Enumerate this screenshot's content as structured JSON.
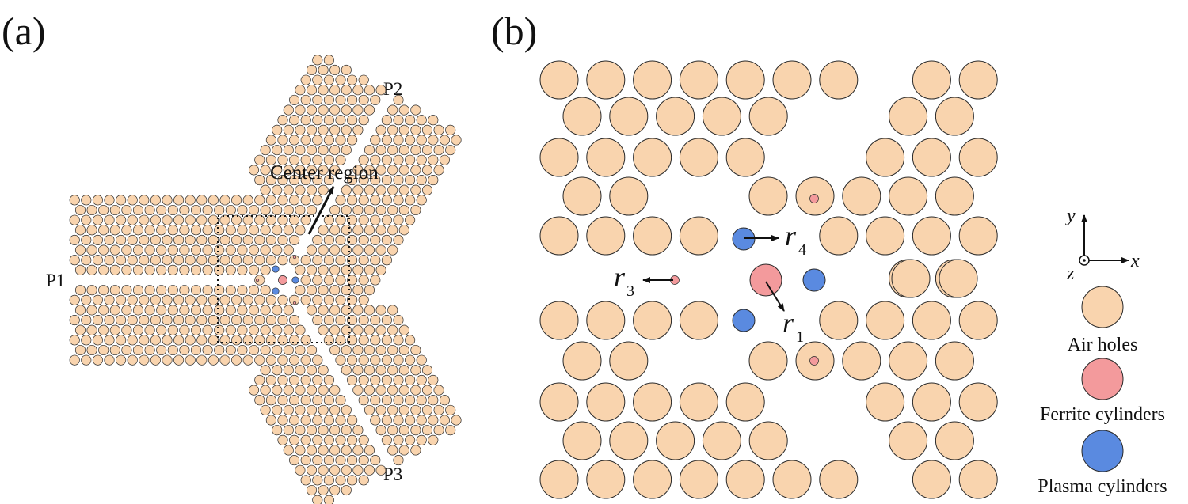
{
  "colors": {
    "air_hole": "#f9d4ae",
    "ferrite": "#f39a9c",
    "plasma": "#5a8ae0",
    "stroke": "#2a2a2a"
  },
  "panel_a": {
    "label": "(a)",
    "ports": {
      "p1": "P1",
      "p2": "P2",
      "p3": "P3"
    },
    "center_region_label": "Center region"
  },
  "panel_b": {
    "label": "(b)",
    "radius_labels": [
      {
        "base": "r",
        "sub": "1"
      },
      {
        "base": "r",
        "sub": "3"
      },
      {
        "base": "r",
        "sub": "4"
      }
    ],
    "axes": {
      "x": "x",
      "y": "y",
      "z": "z"
    },
    "legend": [
      {
        "label": "Air holes",
        "color": "air_hole"
      },
      {
        "label": "Ferrite cylinders",
        "color": "ferrite"
      },
      {
        "label": "Plasma cylinders",
        "color": "plasma"
      }
    ]
  }
}
